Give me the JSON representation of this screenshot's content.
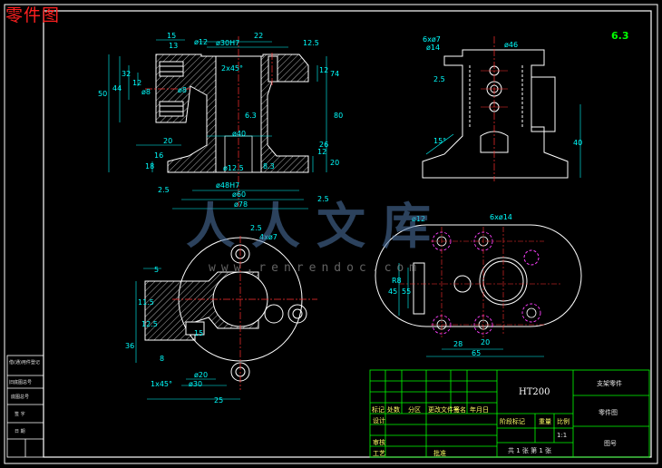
{
  "drawing_title": "零件图",
  "watermark": {
    "text": "人人文库",
    "url": "www.renrendoc.com"
  },
  "roughness": "6.3",
  "front_view": {
    "dims": [
      "15",
      "13",
      "ø12",
      "ø30H7",
      "22",
      "12.5",
      "50",
      "44",
      "32",
      "12",
      "ø8",
      "ø8",
      "2x45°",
      "ø40",
      "20",
      "18",
      "16",
      "2.5",
      "ø12.5",
      "ø48H7",
      "ø60",
      "ø78",
      "8.3",
      "12",
      "20",
      "26",
      "80",
      "74",
      "12",
      "6.3",
      "2.5"
    ]
  },
  "side_view": {
    "dims": [
      "6xø7",
      "ø14",
      "2.5",
      "ø46",
      "15°",
      "40"
    ]
  },
  "top_view": {
    "dims": [
      "4xø7",
      "2.5",
      "5",
      "11.5",
      "12.5",
      "36",
      "15",
      "8",
      "1x45°",
      "ø30",
      "ø20",
      "25"
    ]
  },
  "flange_view": {
    "dims": [
      "ø12",
      "6xø14",
      "45",
      "R8",
      "55",
      "20",
      "28",
      "65"
    ]
  },
  "title_block": {
    "material": "HT200",
    "name_label": "支架零件",
    "drawing_label": "零件图",
    "no_label": "图号",
    "scale": "1:1",
    "sheets": "共 1 张  第 1 张",
    "rev_headers": [
      "标记",
      "处数",
      "分区",
      "更改文件号",
      "签名",
      "年月日"
    ],
    "design": "设计",
    "check": "审核",
    "process": "工艺",
    "approve": "批准",
    "stage_headers": [
      "阶段标记",
      "重量",
      "比例"
    ]
  },
  "left_strip": [
    "借(通)用件登记",
    "旧底图总号",
    "底图总号",
    "签 字",
    "日 期"
  ]
}
